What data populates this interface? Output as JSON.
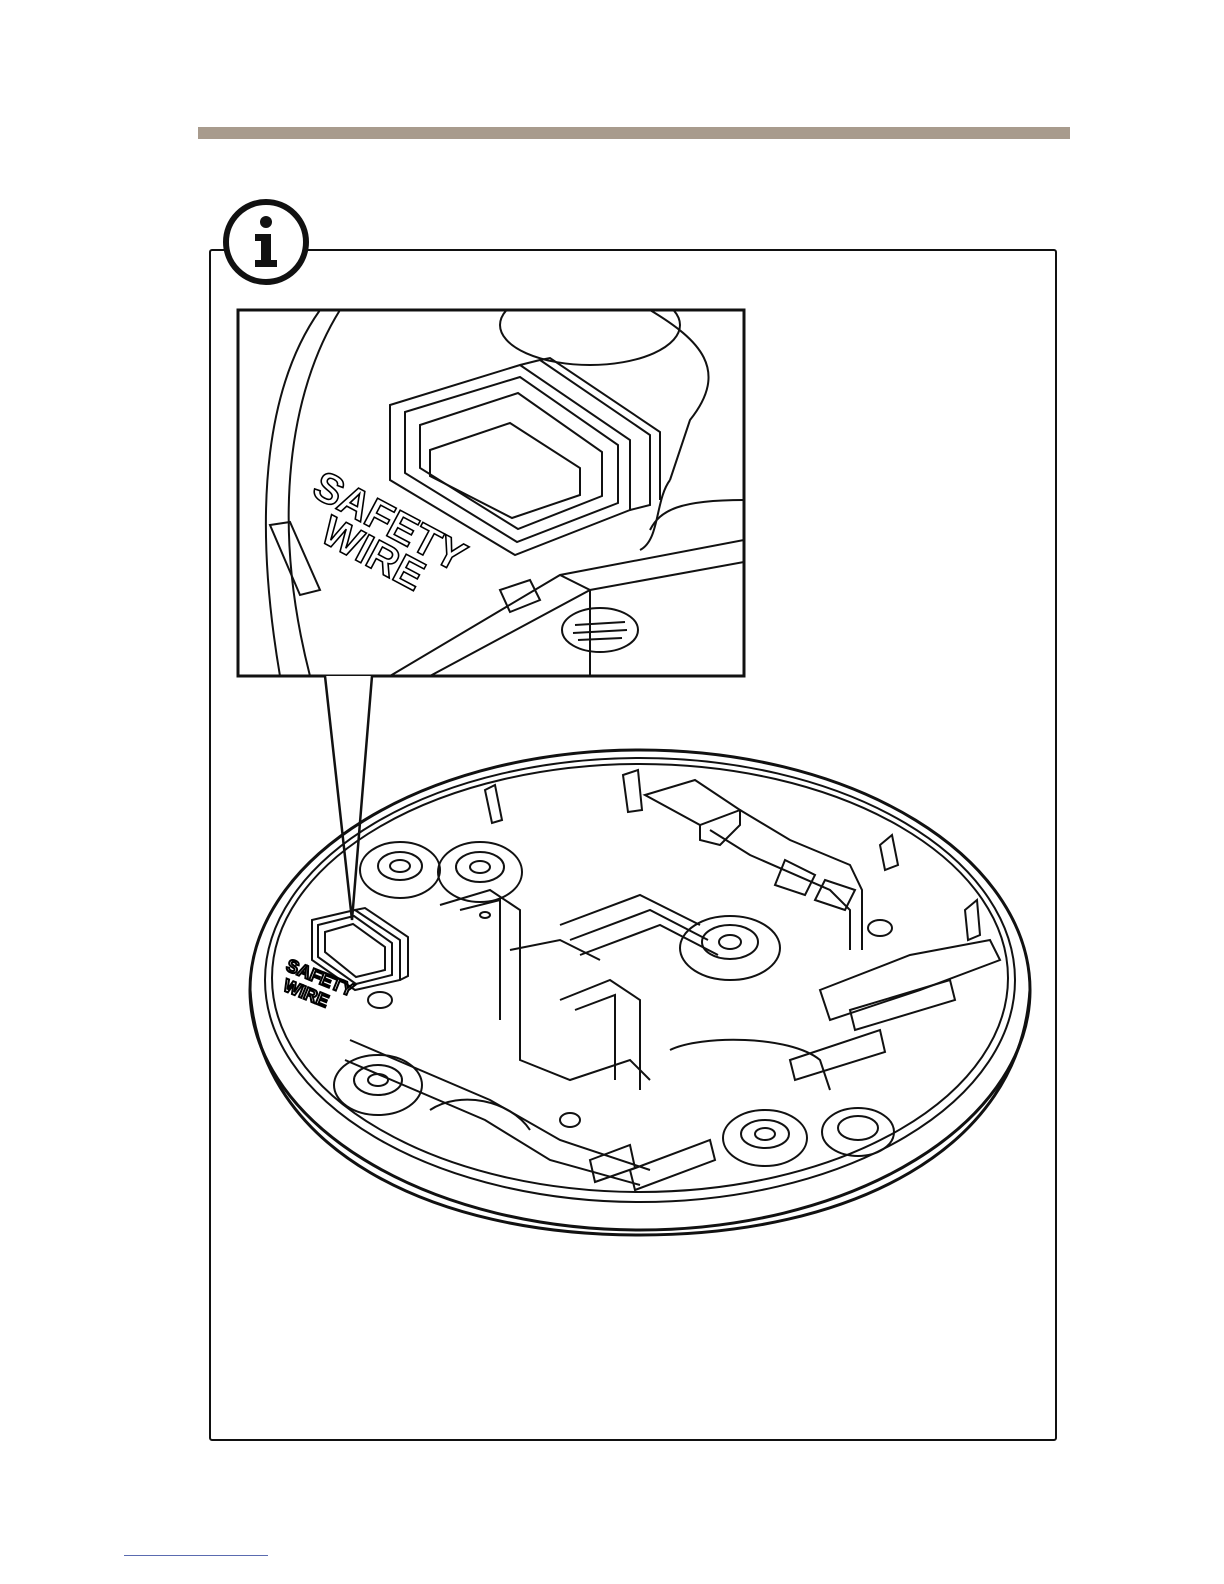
{
  "page": {
    "accent_color": "#a89b8d",
    "note_icon": "info-icon"
  },
  "figure": {
    "callout_label_line1": "SAFETY",
    "callout_label_line2": "WIRE",
    "base_label_line1": "SAFETY",
    "base_label_line2": "WIRE"
  }
}
